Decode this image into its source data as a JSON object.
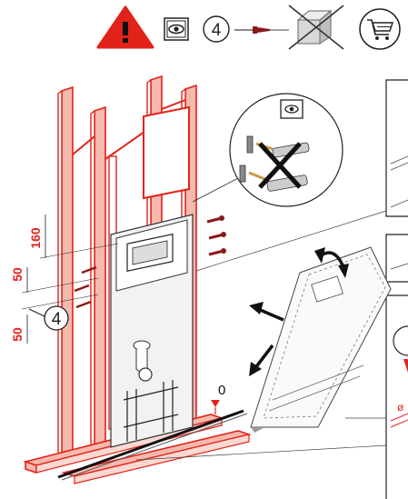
{
  "header_icons": [
    "warning-triangle-icon",
    "eye-inspect-icon",
    "count-circle-icon",
    "screw-icon",
    "no-box-icon",
    "shopping-cart-icon"
  ],
  "screw_count": "4",
  "dimensions": {
    "height_label": "160",
    "top_spacing": "50",
    "bottom_spacing": "50",
    "circled_count": "4",
    "level_offset": "0"
  },
  "partial_labels": {
    "diameter_symbol": "ø"
  },
  "colors": {
    "frame_red": "#e2231a",
    "frame_fill": "#f5b9ad",
    "warning_red": "#e2231a"
  }
}
